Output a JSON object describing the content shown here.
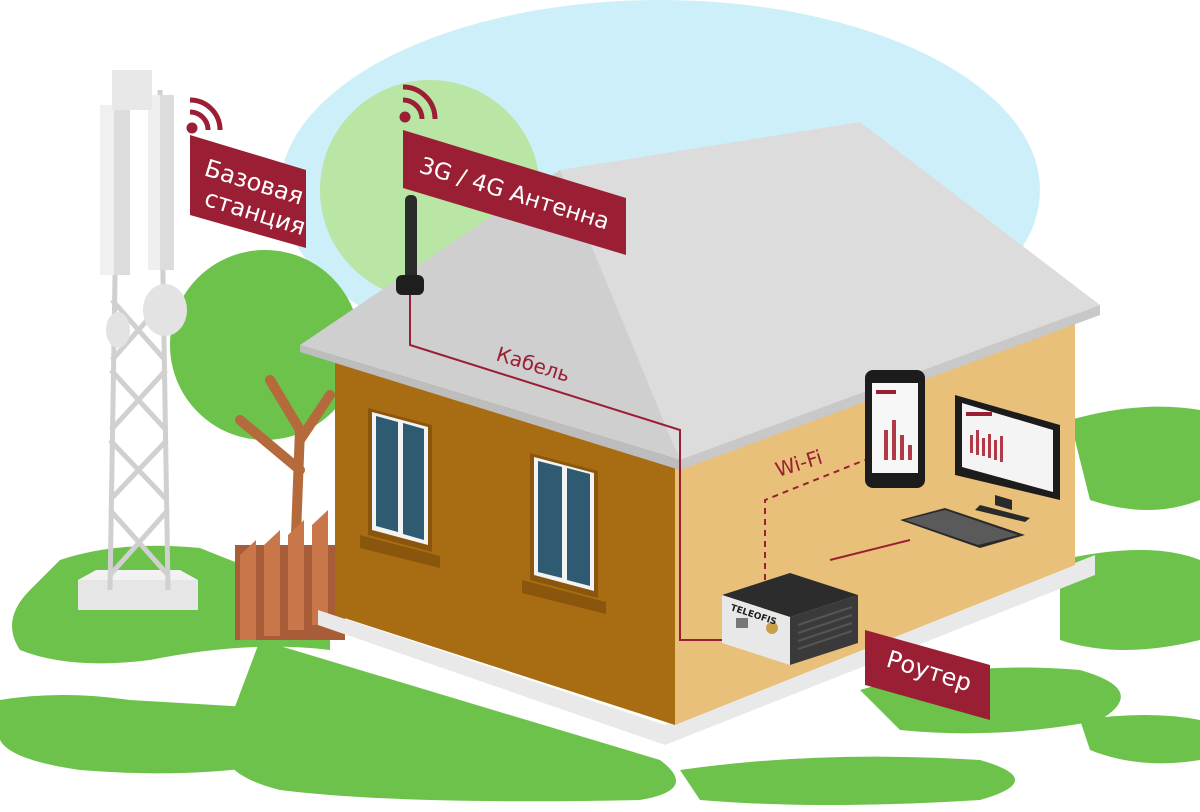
{
  "labels": {
    "base_station_line1": "Базовая",
    "base_station_line2": "станция",
    "antenna": "3G / 4G  Антенна",
    "cable": "Кабель",
    "wifi": "Wi-Fi",
    "router": "Роутер"
  },
  "device": {
    "brand": "TELEOFIS"
  },
  "colors": {
    "label_red": "#9a1e34",
    "grass": "#6cc24a",
    "sky": "#cdeff9",
    "wall_front": "#a86d12",
    "wall_side": "#e9c07a",
    "roof": "#d9d9d9"
  }
}
